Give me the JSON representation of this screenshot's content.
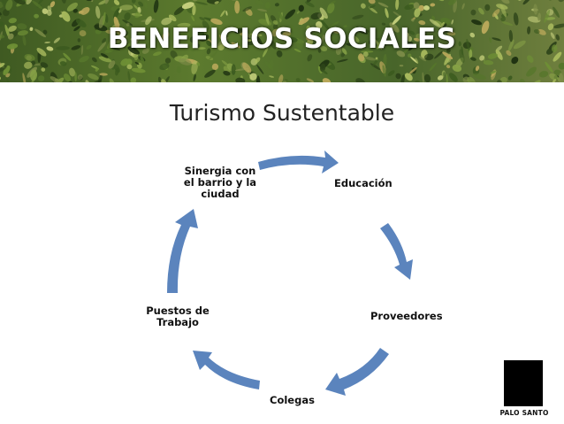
{
  "slide": {
    "title": "BENEFICIOS SOCIALES",
    "subtitle": "Turismo Sustentable"
  },
  "cycle": {
    "arrow_color": "#5B84BD",
    "nodes": {
      "educacion": "Educación",
      "proveedores": "Proveedores",
      "colegas": "Colegas",
      "puestos_line1": "Puestos de",
      "puestos_line2": "Trabajo",
      "sinergia_line1": "Sinergia con",
      "sinergia_line2": "el barrio y la",
      "sinergia_line3": "ciudad"
    }
  },
  "logo": {
    "text": "PALO SANTO"
  }
}
